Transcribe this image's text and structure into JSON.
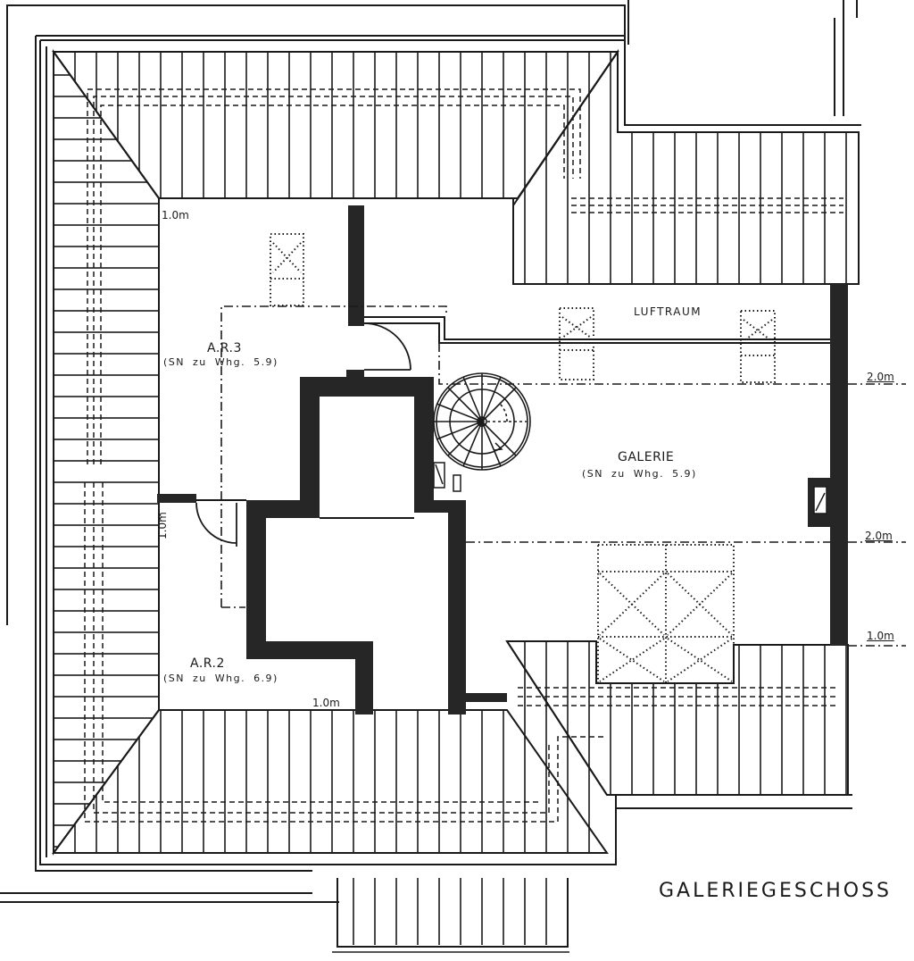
{
  "plan": {
    "title": "GALERIEGESCHOSS",
    "rooms": [
      {
        "id": "ar3",
        "name": "A.R.3",
        "sub": "(SN zu Whg. 5.9)"
      },
      {
        "id": "ar2",
        "name": "A.R.2",
        "sub": "(SN zu Whg. 6.9)"
      },
      {
        "id": "galerie",
        "name": "GALERIE",
        "sub": "(SN zu Whg. 5.9)"
      },
      {
        "id": "luftraum",
        "name": "LUFTRAUM"
      }
    ],
    "dimensions": {
      "ar3_top": "1.0m",
      "ar2_side": "1.0m",
      "ar2_bottom": "1.0m",
      "right_upper": "2.0m",
      "right_middle": "2.0m",
      "right_lower": "1.0m"
    },
    "colors": {
      "ink": "#1a1a1a",
      "paper": "#ffffff",
      "wall_fill": "#262626"
    }
  }
}
